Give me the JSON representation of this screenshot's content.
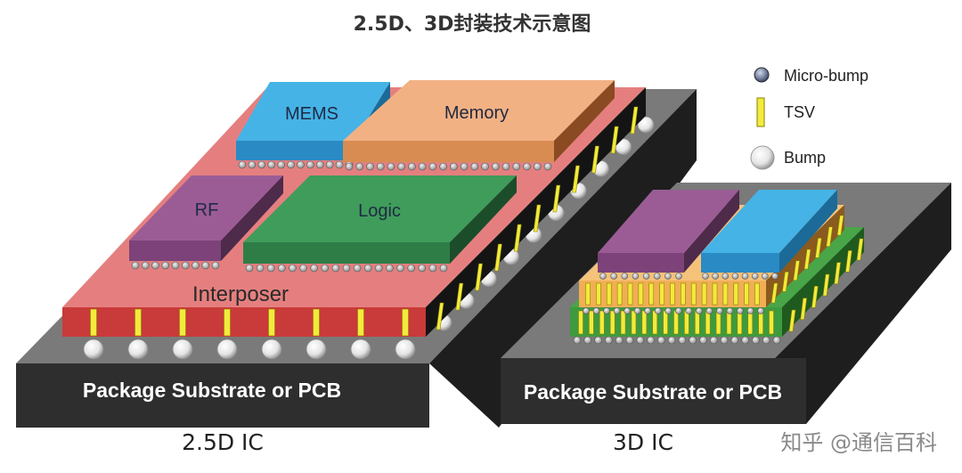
{
  "title": "2.5D、3D封装技术示意图",
  "colors": {
    "interposer": "#e57f7f",
    "mems": "#45b3e6",
    "memory": "#f2b183",
    "rf": "#9b5c96",
    "logic": "#3f9c5a",
    "tsv": "#f2ea3c",
    "substrate_top": "#7a7a7a",
    "substrate_front": "#2c2c2c",
    "orange_die": "#f1ae55",
    "green_die": "#3e9a3e"
  },
  "ic_2_5d": {
    "chips": {
      "mems": "MEMS",
      "memory": "Memory",
      "rf": "RF",
      "logic": "Logic"
    },
    "interposer_label": "Interposer",
    "substrate_label": "Package Substrate or PCB",
    "caption": "2.5D IC"
  },
  "ic_3d": {
    "substrate_label": "Package Substrate or PCB",
    "caption": "3D IC"
  },
  "legend": {
    "micro_bump": "Micro-bump",
    "tsv": "TSV",
    "bump": "Bump"
  },
  "watermark": "知乎 @通信百科"
}
